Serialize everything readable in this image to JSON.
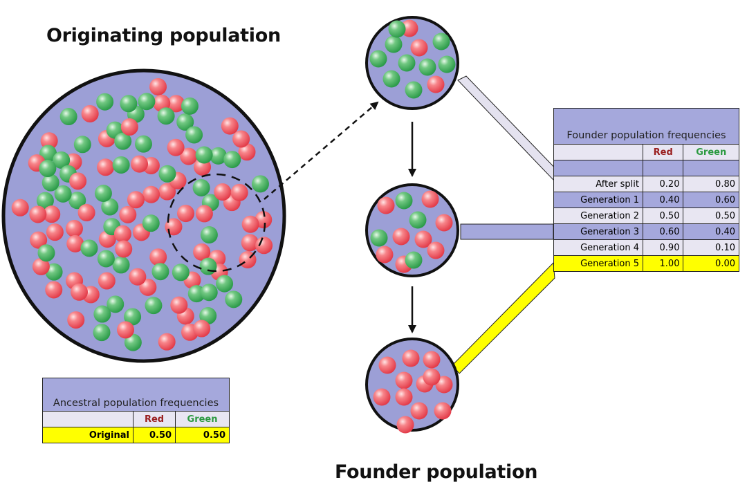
{
  "titles": {
    "originating": "Originating population",
    "founder": "Founder population"
  },
  "founder_table": {
    "caption": "Founder population frequencies",
    "col_red": "Red",
    "col_green": "Green",
    "rows": [
      {
        "label": "After split",
        "red": "0.20",
        "green": "0.80"
      },
      {
        "label": "Generation 1",
        "red": "0.40",
        "green": "0.60"
      },
      {
        "label": "Generation 2",
        "red": "0.50",
        "green": "0.50"
      },
      {
        "label": "Generation 3",
        "red": "0.60",
        "green": "0.40"
      },
      {
        "label": "Generation 4",
        "red": "0.90",
        "green": "0.10"
      },
      {
        "label": "Generation 5",
        "red": "1.00",
        "green": "0.00"
      }
    ]
  },
  "ancestral_table": {
    "caption": "Ancestral population frequencies",
    "col_red": "Red",
    "col_green": "Green",
    "row": {
      "label": "Original",
      "red": "0.50",
      "green": "0.50"
    }
  },
  "colors": {
    "population_fill": "#9c9fd6",
    "red_ball": "#f2606a",
    "green_ball": "#3fae5a",
    "highlight": "#ffff00"
  }
}
